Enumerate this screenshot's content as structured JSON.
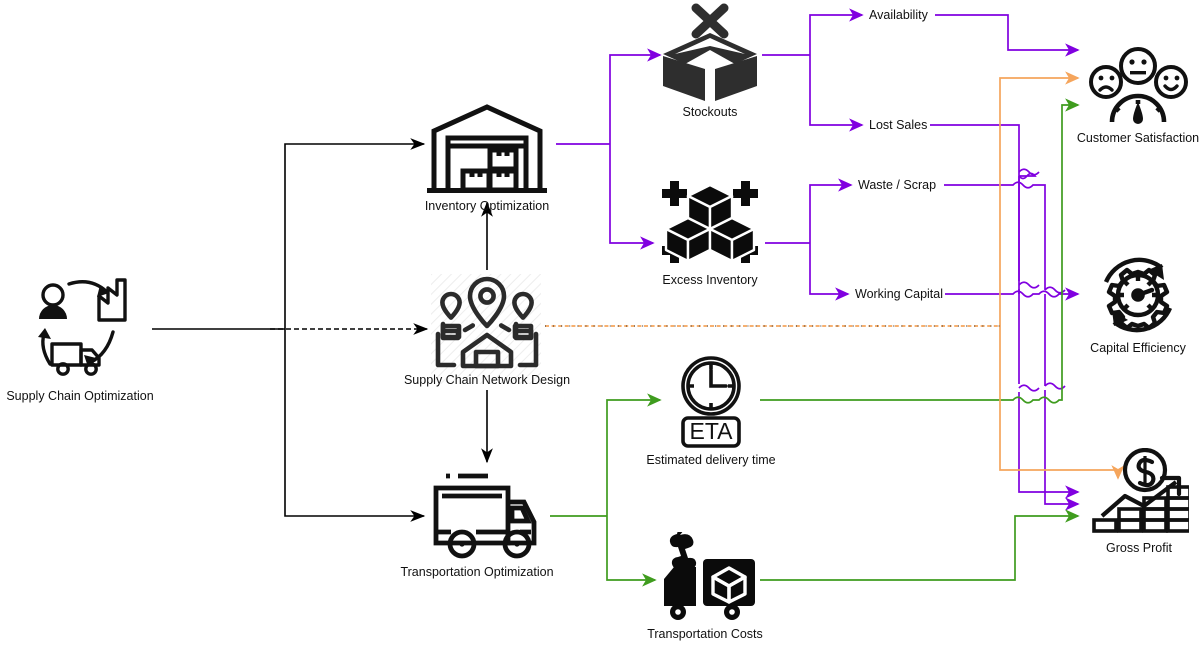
{
  "diagram": {
    "title": "Supply Chain Optimization Impact Diagram",
    "colors": {
      "black": "#000000",
      "purple": "#8000e0",
      "green": "#3f9c1e",
      "orange": "#f5a55c",
      "icon_dark": "#2e2e2e",
      "text": "#111111",
      "background": "#ffffff"
    }
  },
  "source": {
    "id": "supply-chain-optimization",
    "label": "Supply Chain Optimization",
    "icon": "cycle-person-factory-truck-icon"
  },
  "levers": [
    {
      "id": "inventory-optimization",
      "label": "Inventory Optimization",
      "icon": "warehouse-icon"
    },
    {
      "id": "supply-chain-network-design",
      "label": "Supply Chain Network Design",
      "icon": "network-map-pin-warehouse-icon"
    },
    {
      "id": "transportation-optimization",
      "label": "Transportation Optimization",
      "icon": "delivery-truck-icon"
    }
  ],
  "drivers": [
    {
      "id": "stockouts",
      "label": "Stockouts",
      "icon": "empty-box-x-icon"
    },
    {
      "id": "excess-inventory",
      "label": "Excess Inventory",
      "icon": "stacked-cubes-plus-icon"
    },
    {
      "id": "estimated-delivery-time",
      "label": "Estimated delivery time",
      "icon": "clock-eta-icon"
    },
    {
      "id": "transportation-costs",
      "label": "Transportation Costs",
      "icon": "truck-dollar-box-icon"
    }
  ],
  "metrics": [
    {
      "id": "availability",
      "label": "Availability"
    },
    {
      "id": "lost-sales",
      "label": "Lost Sales"
    },
    {
      "id": "waste-scrap",
      "label": "Waste / Scrap"
    },
    {
      "id": "working-capital",
      "label": "Working Capital"
    }
  ],
  "outcomes": [
    {
      "id": "customer-satisfaction",
      "label": "Customer Satisfaction",
      "icon": "faces-gauge-icon"
    },
    {
      "id": "capital-efficiency",
      "label": "Capital Efficiency",
      "icon": "gear-gauge-arrows-icon"
    },
    {
      "id": "gross-profit",
      "label": "Gross Profit",
      "icon": "dollar-coins-growth-icon"
    }
  ],
  "eta_badge": "ETA",
  "edges": [
    {
      "from": "supply-chain-optimization",
      "to": "inventory-optimization",
      "color": "black",
      "style": "solid"
    },
    {
      "from": "supply-chain-optimization",
      "to": "supply-chain-network-design",
      "color": "black",
      "style": "dashed"
    },
    {
      "from": "supply-chain-optimization",
      "to": "transportation-optimization",
      "color": "black",
      "style": "solid"
    },
    {
      "from": "supply-chain-network-design",
      "to": "inventory-optimization",
      "color": "black",
      "style": "solid"
    },
    {
      "from": "supply-chain-network-design",
      "to": "transportation-optimization",
      "color": "black",
      "style": "solid"
    },
    {
      "from": "supply-chain-network-design",
      "to": "capital-efficiency",
      "color": "orange",
      "style": "dotted"
    },
    {
      "from": "inventory-optimization",
      "to": "stockouts",
      "color": "purple",
      "style": "solid"
    },
    {
      "from": "inventory-optimization",
      "to": "excess-inventory",
      "color": "purple",
      "style": "solid"
    },
    {
      "from": "transportation-optimization",
      "to": "estimated-delivery-time",
      "color": "green",
      "style": "solid"
    },
    {
      "from": "transportation-optimization",
      "to": "transportation-costs",
      "color": "green",
      "style": "solid"
    },
    {
      "from": "stockouts",
      "to": "availability",
      "color": "purple",
      "style": "solid"
    },
    {
      "from": "stockouts",
      "to": "lost-sales",
      "color": "purple",
      "style": "solid"
    },
    {
      "from": "excess-inventory",
      "to": "waste-scrap",
      "color": "purple",
      "style": "solid"
    },
    {
      "from": "excess-inventory",
      "to": "working-capital",
      "color": "purple",
      "style": "solid"
    },
    {
      "from": "availability",
      "to": "customer-satisfaction",
      "color": "purple",
      "style": "solid"
    },
    {
      "from": "lost-sales",
      "to": "gross-profit",
      "color": "purple",
      "style": "solid"
    },
    {
      "from": "waste-scrap",
      "to": "gross-profit",
      "color": "purple",
      "style": "solid"
    },
    {
      "from": "working-capital",
      "to": "capital-efficiency",
      "color": "purple",
      "style": "solid"
    },
    {
      "from": "estimated-delivery-time",
      "to": "customer-satisfaction",
      "color": "green",
      "style": "solid"
    },
    {
      "from": "transportation-costs",
      "to": "gross-profit",
      "color": "green",
      "style": "solid"
    },
    {
      "from": "supply-chain-network-design",
      "to": "customer-satisfaction",
      "color": "orange",
      "style": "dotted"
    },
    {
      "from": "supply-chain-network-design",
      "to": "gross-profit",
      "color": "orange",
      "style": "dotted"
    }
  ]
}
